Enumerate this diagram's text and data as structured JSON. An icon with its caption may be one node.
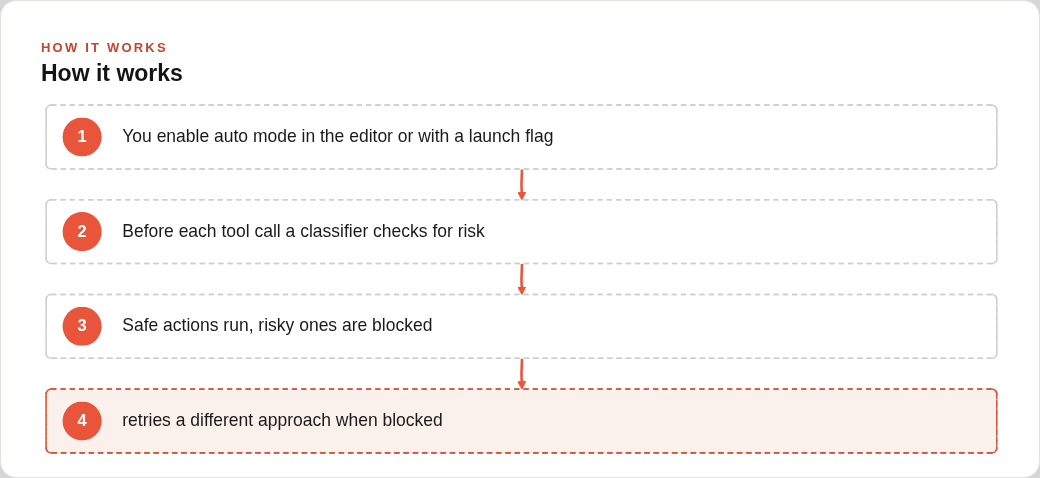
{
  "diagram": {
    "title": "How it works",
    "nodes": [
      {
        "text": [
          "1",
          "You enable auto mode in the editor or with a launch flag"
        ]
      },
      {
        "text": [
          "2",
          "Before each tool call a classifier checks for risk"
        ]
      },
      {
        "text": [
          "3",
          "Safe actions run, risky ones are blocked"
        ]
      },
      {
        "text": [
          "4",
          "retries a different approach when blocked"
        ]
      }
    ],
    "edges": [
      {
        "from": 0,
        "to": 1,
        "arrow": "to"
      },
      {
        "from": 1,
        "to": 2,
        "arrow": "to"
      },
      {
        "from": 2,
        "to": 3,
        "arrow": "to"
      }
    ],
    "labels": [
      "HOW IT WORKS"
    ]
  }
}
